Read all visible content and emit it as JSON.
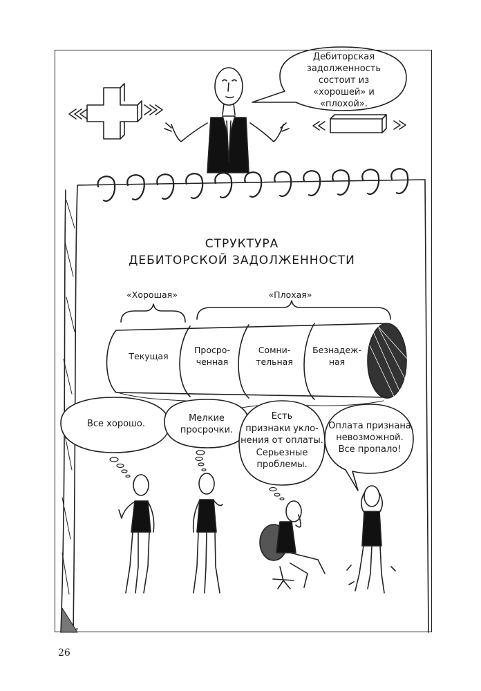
{
  "page_number": "26",
  "top_speech": "Дебиторская задолженность состоит из «хорошей» и «плохой».",
  "title_line1": "СТРУКТУРА",
  "title_line2": "ДЕБИТОРСКОЙ ЗАДОЛЖЕННОСТИ",
  "group_good": "«Хорошая»",
  "group_bad": "«Плохая»",
  "segments": {
    "s1": "Текущая",
    "s2a": "Просро-",
    "s2b": "ченная",
    "s3a": "Сомни-",
    "s3b": "тельная",
    "s4a": "Безнадеж-",
    "s4b": "ная"
  },
  "bubbles": {
    "b1": "Все хорошо.",
    "b2a": "Мелкие",
    "b2b": "просрочки.",
    "b3a": "Есть",
    "b3b": "признаки укло-",
    "b3c": "нения от оплаты.",
    "b3d": "Серьезные",
    "b3e": "проблемы.",
    "b4a": "Оплата признана",
    "b4b": "невозможной.",
    "b4c": "Все пропало!"
  },
  "symbols": {
    "plus": "plus-sign",
    "minus": "minus-sign"
  }
}
